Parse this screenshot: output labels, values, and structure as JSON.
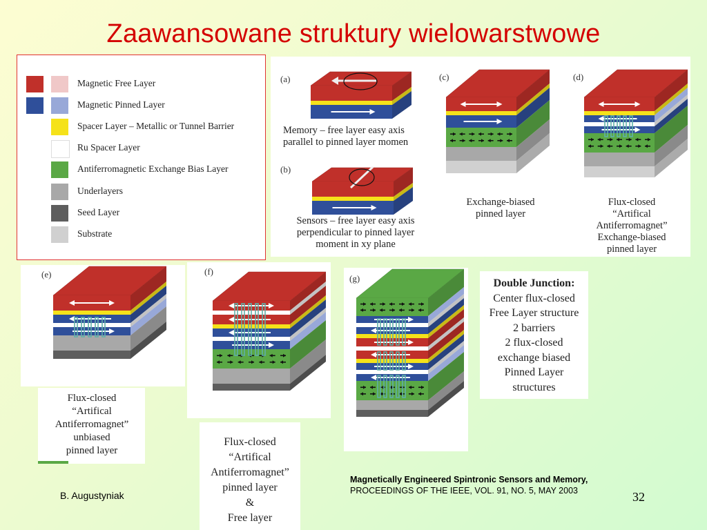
{
  "title": "Zaawansowane struktury wielowarstwowe",
  "colors": {
    "title": "#d40000",
    "free": "#c0302a",
    "free_light": "#f0c8c8",
    "pinned": "#2f4f9a",
    "pinned_light": "#98a8d8",
    "spacer": "#f5e21a",
    "ru": "#ffffff",
    "afm": "#5aa845",
    "under": "#a8a8a8",
    "seed": "#5e5e5e",
    "substrate": "#d0d0d0"
  },
  "legend": [
    {
      "label": "Magnetic Free Layer",
      "colors": [
        "#c0302a",
        "#f0c8c8"
      ]
    },
    {
      "label": "Magnetic Pinned Layer",
      "colors": [
        "#2f4f9a",
        "#98a8d8"
      ]
    },
    {
      "label": "Spacer Layer – Metallic or Tunnel Barrier",
      "colors": [
        "#f5e21a"
      ]
    },
    {
      "label": "Ru Spacer Layer",
      "colors": [
        "#ffffff"
      ]
    },
    {
      "label": "Antiferromagnetic Exchange Bias Layer",
      "colors": [
        "#5aa845"
      ]
    },
    {
      "label": "Underlayers",
      "colors": [
        "#a8a8a8"
      ]
    },
    {
      "label": "Seed Layer",
      "colors": [
        "#5e5e5e"
      ]
    },
    {
      "label": "Substrate",
      "colors": [
        "#d0d0d0"
      ]
    }
  ],
  "panels": {
    "a": {
      "label": "(a)",
      "caption": [
        "Memory – free layer easy axis",
        "parallel to pinned layer momen"
      ]
    },
    "b": {
      "label": "(b)",
      "caption": [
        "Sensors – free layer easy axis",
        "perpendicular to pinned layer",
        "moment in xy plane"
      ]
    },
    "c": {
      "label": "(c)",
      "caption": [
        "Exchange-biased",
        "pinned layer"
      ]
    },
    "d": {
      "label": "(d)",
      "caption": [
        "Flux-closed",
        "“Artifical",
        "Antiferromagnet”",
        "Exchange-biased",
        "pinned layer"
      ]
    },
    "e": {
      "label": "(e)",
      "caption": [
        "Flux-closed",
        "“Artifical",
        "Antiferromagnet”",
        "unbiased",
        "pinned layer"
      ]
    },
    "f": {
      "label": "(f)",
      "caption": [
        "Flux-closed",
        "“Artifical",
        "Antiferromagnet”",
        "pinned layer",
        "&",
        "Free layer"
      ]
    },
    "g": {
      "label": "(g)"
    }
  },
  "double_junction": {
    "heading": "Double Junction:",
    "lines": [
      "Center flux-closed",
      "Free Layer structure",
      "2 barriers",
      "2 flux-closed",
      "exchange biased",
      "Pinned Layer",
      "structures"
    ]
  },
  "reference": {
    "line1": "Magnetically Engineered Spintronic Sensors and  Memory,",
    "line2": "PROCEEDINGS OF THE IEEE, VOL. 91, NO. 5, MAY 2003"
  },
  "author": "B. Augustyniak",
  "page_number": "32"
}
